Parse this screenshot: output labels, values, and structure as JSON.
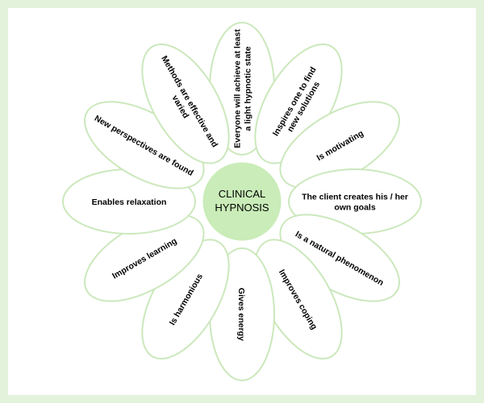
{
  "colors": {
    "frame": "#e3f3db",
    "petal_fill": "#ffffff",
    "petal_stroke": "#cbe8bc",
    "center_fill": "#c9ecb8",
    "text": "#000000"
  },
  "center": {
    "lines": [
      "CLINICAL",
      "HYPNOSIS"
    ]
  },
  "petals": [
    {
      "id": "achieve-hypnotic-state",
      "lines": [
        "Everyone will achieve at least",
        "a light hypnotic state"
      ]
    },
    {
      "id": "new-solutions",
      "lines": [
        "Inspires one to find",
        "new solutions"
      ]
    },
    {
      "id": "motivating",
      "lines": [
        "Is motivating"
      ]
    },
    {
      "id": "own-goals",
      "lines": [
        "The client creates his / her",
        "own goals"
      ]
    },
    {
      "id": "natural-phenomenon",
      "lines": [
        "Is a natural phenomenon"
      ]
    },
    {
      "id": "improves-coping",
      "lines": [
        "Improves coping"
      ]
    },
    {
      "id": "gives-energy",
      "lines": [
        "Gives energy"
      ]
    },
    {
      "id": "harmonious",
      "lines": [
        "Is harmonious"
      ]
    },
    {
      "id": "improves-learning",
      "lines": [
        "Improves learning"
      ]
    },
    {
      "id": "enables-relaxation",
      "lines": [
        "Enables relaxation"
      ]
    },
    {
      "id": "new-perspectives",
      "lines": [
        "New perspectives are found"
      ]
    },
    {
      "id": "methods-effective",
      "lines": [
        "Methods are effective and",
        "varied"
      ]
    }
  ]
}
